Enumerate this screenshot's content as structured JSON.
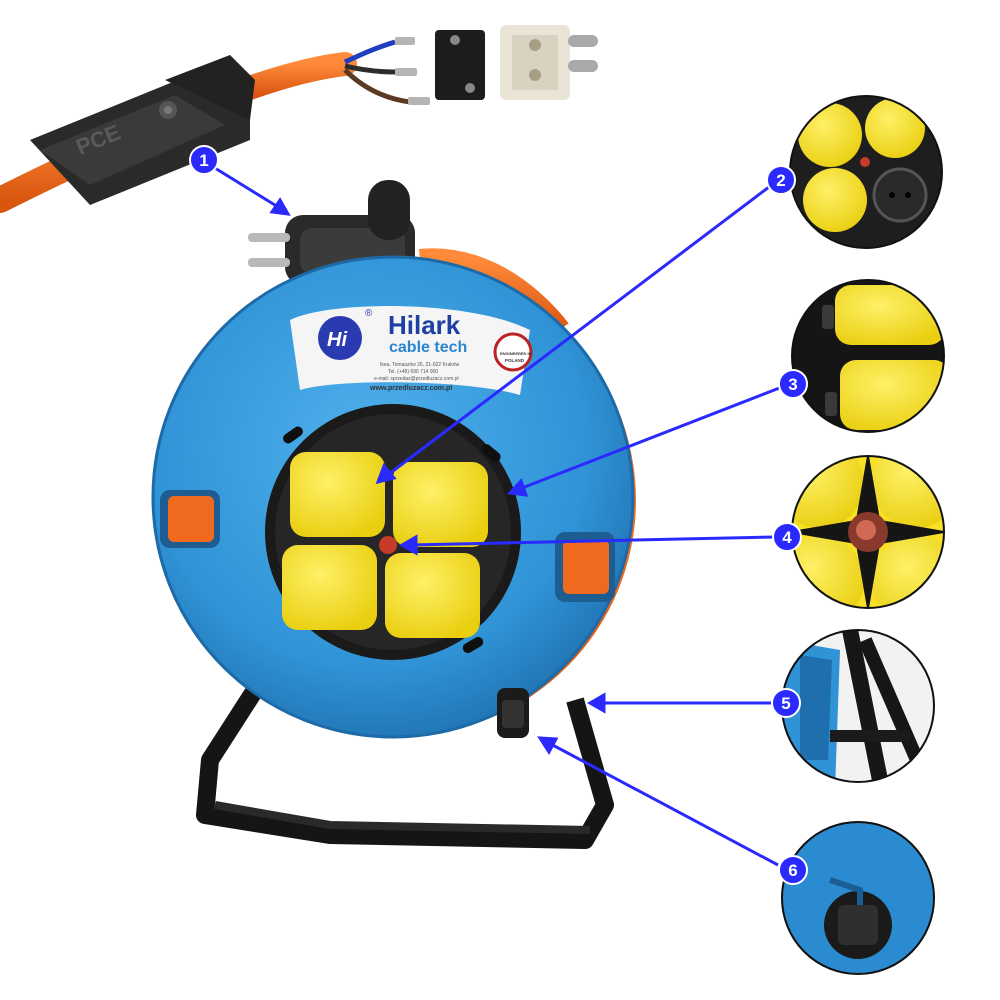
{
  "brand": {
    "logo_letter": "Hi",
    "registered_mark": "®",
    "name": "Hilark",
    "subname": "cable tech",
    "address_line1": "Ikea, Tomaszów 26, 21-022 Kraków",
    "address_line2": "Tel. (+48) 690 714 900",
    "address_line3": "e-mail: sprzedaz@przedluzacz.com.pl",
    "website": "www.przedluzacz.com.pl",
    "origin_badge_line1": "ENGINEERED IN",
    "origin_badge_line2": "POLAND"
  },
  "plug_brand": "PCE",
  "callouts": [
    {
      "label": "1"
    },
    {
      "label": "2"
    },
    {
      "label": "3"
    },
    {
      "label": "4"
    },
    {
      "label": "5"
    },
    {
      "label": "6"
    }
  ],
  "colors": {
    "drum_blue": "#2f93d6",
    "drum_blue_dark": "#1f6fae",
    "socket_yellow": "#f7e025",
    "cable_orange": "#ef6a1f",
    "callout_blue": "#2a2aff",
    "frame_black": "#1b1b1b"
  }
}
